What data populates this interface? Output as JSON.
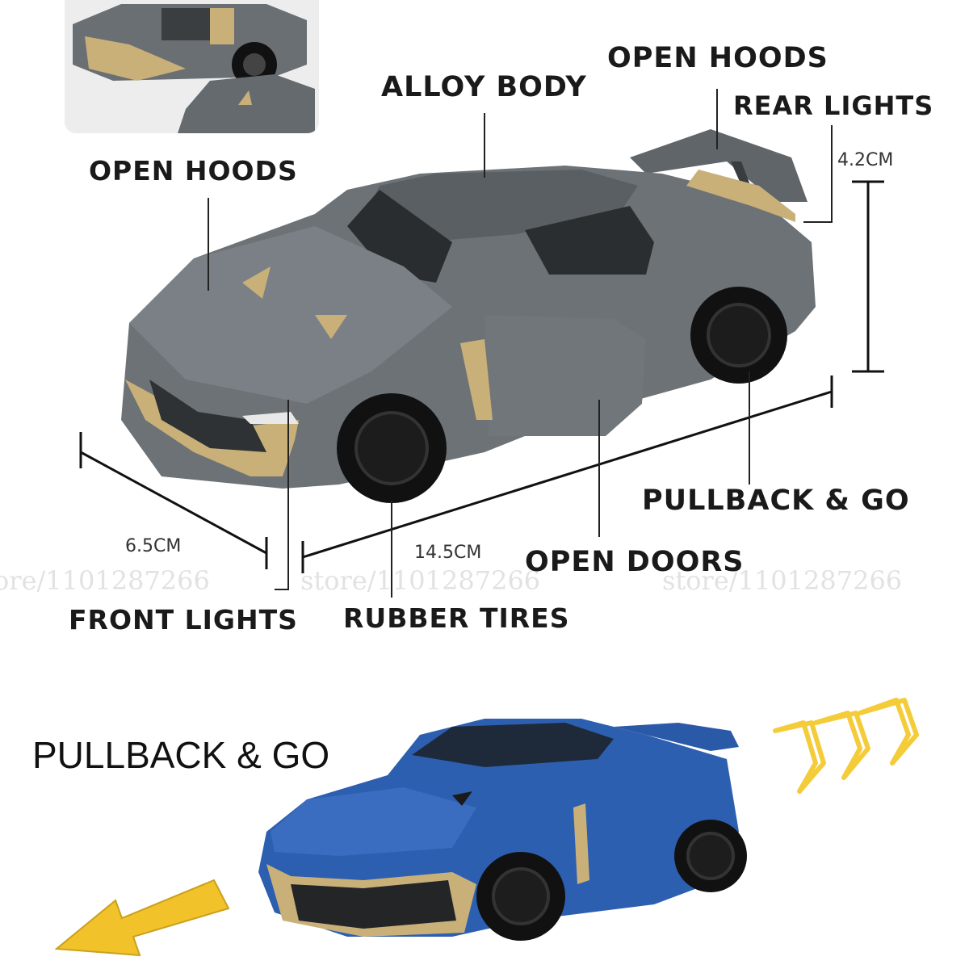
{
  "labels": {
    "open_hoods_top": "OPEN HOODS",
    "alloy_body": "ALLOY BODY",
    "rear_lights": "REAR LIGHTS",
    "open_hoods_left": "OPEN HOODS",
    "pullback_go": "PULLBACK & GO",
    "open_doors": "OPEN DOORS",
    "front_lights": "FRONT LIGHTS",
    "rubber_tires": "RUBBER TIRES"
  },
  "dimensions": {
    "height": "4.2CM",
    "width": "6.5CM",
    "length": "14.5CM"
  },
  "watermarks": [
    "ore/1101287266",
    "store/1101287266",
    "store/1101287266"
  ],
  "feature_title": "PULLBACK & GO",
  "colors": {
    "grey_car": "#6c7276",
    "gold_trim": "#c9b079",
    "blue_car": "#2d5fb0",
    "arrow_yellow": "#f2c22a",
    "chevron_yellow": "#f4cc3a"
  },
  "icons": [
    "motion-arrow-icon",
    "speed-chevrons-icon"
  ]
}
